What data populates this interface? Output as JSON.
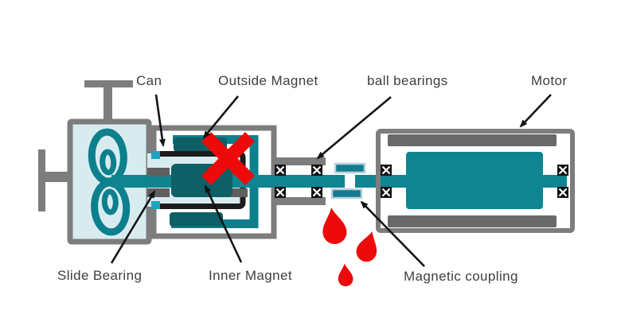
{
  "diagram": {
    "labels": {
      "can": "Can",
      "outside_magnet": "Outside Magnet",
      "ball_bearings": "ball bearings",
      "motor": "Motor",
      "slide_bearing": "Slide Bearing",
      "inner_magnet": "Inner Magnet",
      "magnetic_coupling": "Magnetic coupling"
    },
    "icons": {
      "failure_mark": "red-x-cross-icon",
      "leak": "red-droplet-icon",
      "bearing_symbol": "boxed-x-bearing-icon",
      "impeller": "spiral-impeller-icon"
    }
  },
  "colors": {
    "teal": "#0e8591",
    "tealDark": "#0e5f66",
    "cup": "#0c808c",
    "lightBlue": "#d8ecf0",
    "cyan": "#21a3bf",
    "bar": "#137c90",
    "barBorder": "#b9d2da",
    "gray": "#7d7d7d",
    "grayDark": "#696969",
    "grayBlock": "#5f5f5f",
    "canBlack": "#1c1c1c",
    "red": "#ee0a0a",
    "label": "#3e3e3e",
    "arrow": "#141414",
    "bg": "#ffffff"
  }
}
